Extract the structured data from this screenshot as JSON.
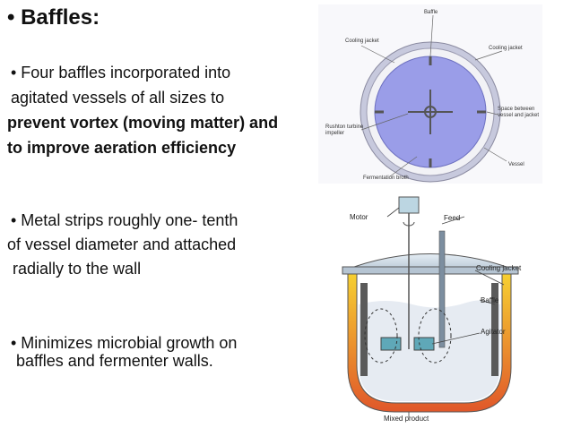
{
  "slide": {
    "title": "• Baffles:",
    "bullet1": {
      "line1": "• Four baffles incorporated into",
      "line2": "agitated vessels of all sizes to",
      "line3": "prevent vortex (moving matter) and",
      "line4": "to improve aeration efficiency"
    },
    "bullet2": {
      "line1": "• Metal strips roughly one- tenth",
      "line2": "of vessel diameter and attached",
      "line3": "radially to the wall"
    },
    "bullet3": {
      "line1": "• Minimizes microbial growth on",
      "line2": "baffles and fermenter walls."
    }
  },
  "top_diagram": {
    "labels": {
      "baffle": "Baffle",
      "cooling_jacket_left": "Cooling jacket",
      "cooling_jacket_right": "Cooling jacket",
      "rushton_1": "Rushton turbine",
      "rushton_2": "impeller",
      "space_1": "Space between",
      "space_2": "vessel and jacket",
      "vessel": "Vessel",
      "broth": "Fermentation broth"
    },
    "colors": {
      "broth": "#9a9de8",
      "ring": "#c7c9dd"
    }
  },
  "bottom_diagram": {
    "labels": {
      "motor": "Motor",
      "feed": "Feed",
      "cooling_jacket": "Cooling jacket",
      "baffle": "Baffle",
      "agitator": "Agitator",
      "mixed_product": "Mixed product"
    },
    "colors": {
      "jacket_gradient_top": "#f7d431",
      "jacket_gradient_bottom": "#e0572a",
      "impeller": "#5fa8b8"
    }
  }
}
